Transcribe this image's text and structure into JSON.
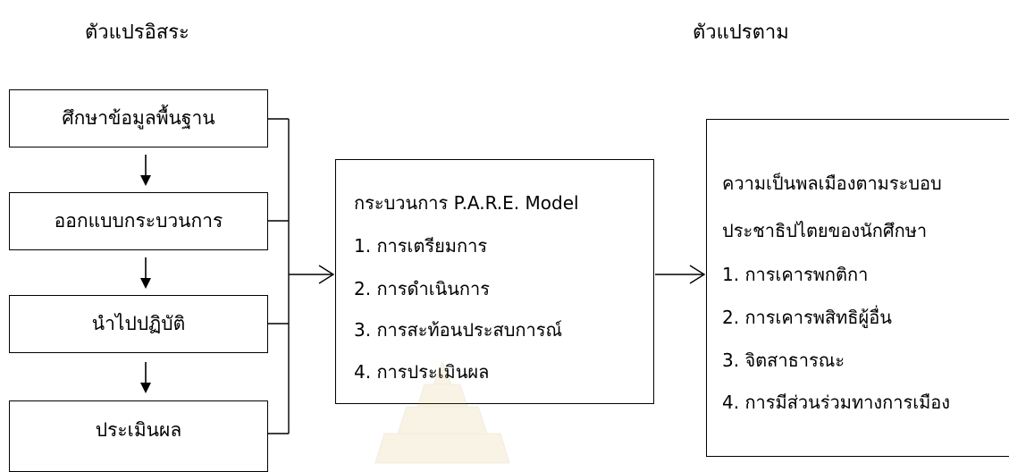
{
  "headers": {
    "independent": "ตัวแปรอิสระ",
    "dependent": "ตัวแปรตาม"
  },
  "left_steps": [
    {
      "label": "ศึกษาข้อมูลพื้นฐาน"
    },
    {
      "label": "ออกแบบกระบวนการ"
    },
    {
      "label": "นำไปปฏิบัติ"
    },
    {
      "label": "ประเมินผล"
    }
  ],
  "middle": {
    "title": "กระบวนการ P.A.R.E. Model",
    "items": [
      "1. การเตรียมการ",
      "2. การดำเนินการ",
      "3. การสะท้อนประสบการณ์",
      "4. การประเมินผล"
    ]
  },
  "right": {
    "title_line1": "ความเป็นพลเมืองตามระบอบ",
    "title_line2": "ประชาธิปไตยของนักศึกษา",
    "items": [
      "1. การเคารพกติกา",
      "2. การเคารพสิทธิผู้อื่น",
      "3. จิตสาธารณะ",
      "4. การมีส่วนร่วมทางการเมือง"
    ]
  },
  "colors": {
    "stroke": "#000000",
    "watermark": "#c9a227"
  }
}
